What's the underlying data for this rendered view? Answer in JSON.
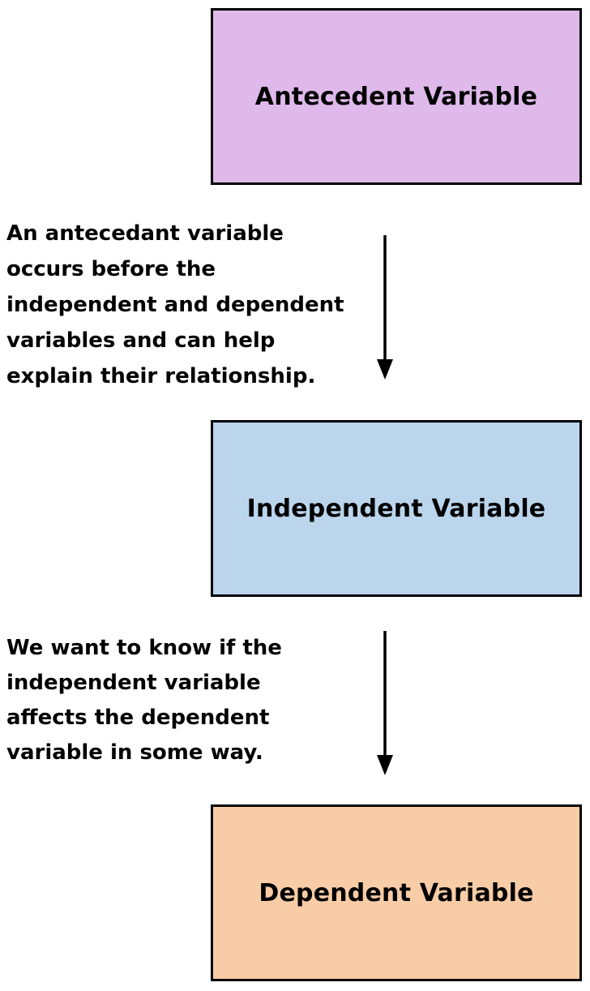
{
  "diagram": {
    "boxes": [
      {
        "id": "antecedent",
        "label": "Antecedent Variable",
        "fill": "#deb9ea",
        "border": "#000000"
      },
      {
        "id": "independent",
        "label": "Independent Variable",
        "fill": "#bad5ec",
        "border": "#000000"
      },
      {
        "id": "dependent",
        "label": "Dependent Variable",
        "fill": "#f8cca6",
        "border": "#000000"
      }
    ],
    "annotations": [
      {
        "lines": [
          "An antecedant variable",
          "occurs before the",
          "independent and dependent",
          "variables and can help",
          "explain their relationship."
        ]
      },
      {
        "lines": [
          "We want to know if the",
          "independent variable",
          "affects the dependent",
          "variable in some way."
        ]
      }
    ],
    "arrows": [
      {
        "name": "antecedent-to-independent",
        "direction": "down"
      },
      {
        "name": "independent-to-dependent",
        "direction": "down"
      }
    ],
    "colors": {
      "arrow": "#000000",
      "text": "#000000",
      "background": "#ffffff"
    }
  }
}
